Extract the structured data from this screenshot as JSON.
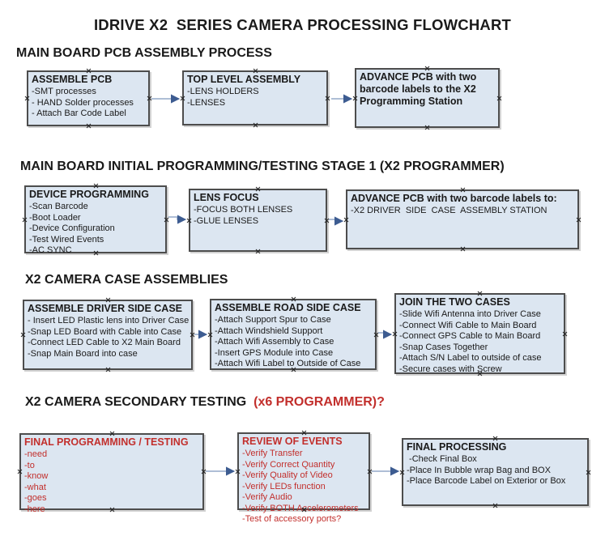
{
  "title": "IDRIVE X2  SERIES CAMERA PROCESSING FLOWCHART",
  "colors": {
    "box_fill": "#dce6f1",
    "box_border": "#4d4d4d",
    "red_text": "#c22f2c",
    "arrow_line": "#93a9c9",
    "arrow_head": "#3d5c91"
  },
  "sections": [
    {
      "header": "MAIN BOARD PCB ASSEMBLY PROCESS",
      "boxes": [
        {
          "title": "ASSEMBLE PCB",
          "items": [
            "-SMT processes",
            "- HAND Solder processes",
            "- Attach Bar Code Label"
          ]
        },
        {
          "title": "TOP LEVEL ASSEMBLY",
          "items": [
            "-LENS HOLDERS",
            "-LENSES"
          ]
        },
        {
          "title": "ADVANCE PCB with two barcode labels to the X2 Programming Station",
          "items": []
        }
      ]
    },
    {
      "header": "MAIN BOARD INITIAL PROGRAMMING/TESTING STAGE 1 (X2 PROGRAMMER)",
      "boxes": [
        {
          "title": "DEVICE PROGRAMMING",
          "items": [
            "-Scan Barcode",
            "-Boot Loader",
            "-Device Configuration",
            "-Test Wired Events",
            "-AC SYNC"
          ]
        },
        {
          "title": "LENS FOCUS",
          "items": [
            "-FOCUS BOTH LENSES",
            "-GLUE LENSES"
          ]
        },
        {
          "title": "ADVANCE PCB with two barcode labels to:",
          "items": [
            "-X2 DRIVER  SIDE  CASE  ASSEMBLY STATION"
          ]
        }
      ]
    },
    {
      "header": "X2 CAMERA CASE ASSEMBLIES",
      "boxes": [
        {
          "title": "ASSEMBLE DRIVER SIDE CASE",
          "items": [
            "- Insert LED Plastic lens into Driver Case",
            "-Snap LED Board with Cable into Case",
            "-Connect LED Cable to X2 Main Board",
            "-Snap Main Board into case"
          ]
        },
        {
          "title": "ASSEMBLE ROAD SIDE CASE",
          "items": [
            "-Attach Support Spur to Case",
            "-Attach Windshield Support",
            "-Attach Wifi Assembly to Case",
            "-Insert GPS Module into Case",
            "-Attach Wifi Label to Outside of Case"
          ]
        },
        {
          "title": "JOIN THE TWO CASES",
          "items": [
            "-Slide Wifi Antenna into Driver Case",
            "-Connect Wifi Cable to Main Board",
            "-Connect GPS Cable to Main Board",
            "-Snap Cases Together",
            "-Attach S/N Label to outside of case",
            "-Secure cases with Screw"
          ]
        }
      ]
    },
    {
      "header": "X2 CAMERA SECONDARY TESTING  ",
      "header_red": "(x6 PROGRAMMER)?",
      "boxes": [
        {
          "title": "FINAL PROGRAMMING / TESTING",
          "items": [
            "-need",
            "-to",
            "-know",
            "-what",
            "-goes",
            "-here"
          ]
        },
        {
          "title": "REVIEW OF EVENTS",
          "items": [
            "-Verify Transfer",
            "-Verify Correct Quantity",
            "-Verify Quality of Video",
            "-Verify LEDs function",
            "-Verify Audio",
            "-Verify BOTH Accelerometers",
            "-Test of accessory ports?"
          ]
        },
        {
          "title": "FINAL PROCESSING",
          "items": [
            " -Check Final Box",
            "-Place In Bubble wrap Bag and BOX",
            "-Place Barcode Label on Exterior or Box"
          ]
        }
      ]
    }
  ]
}
